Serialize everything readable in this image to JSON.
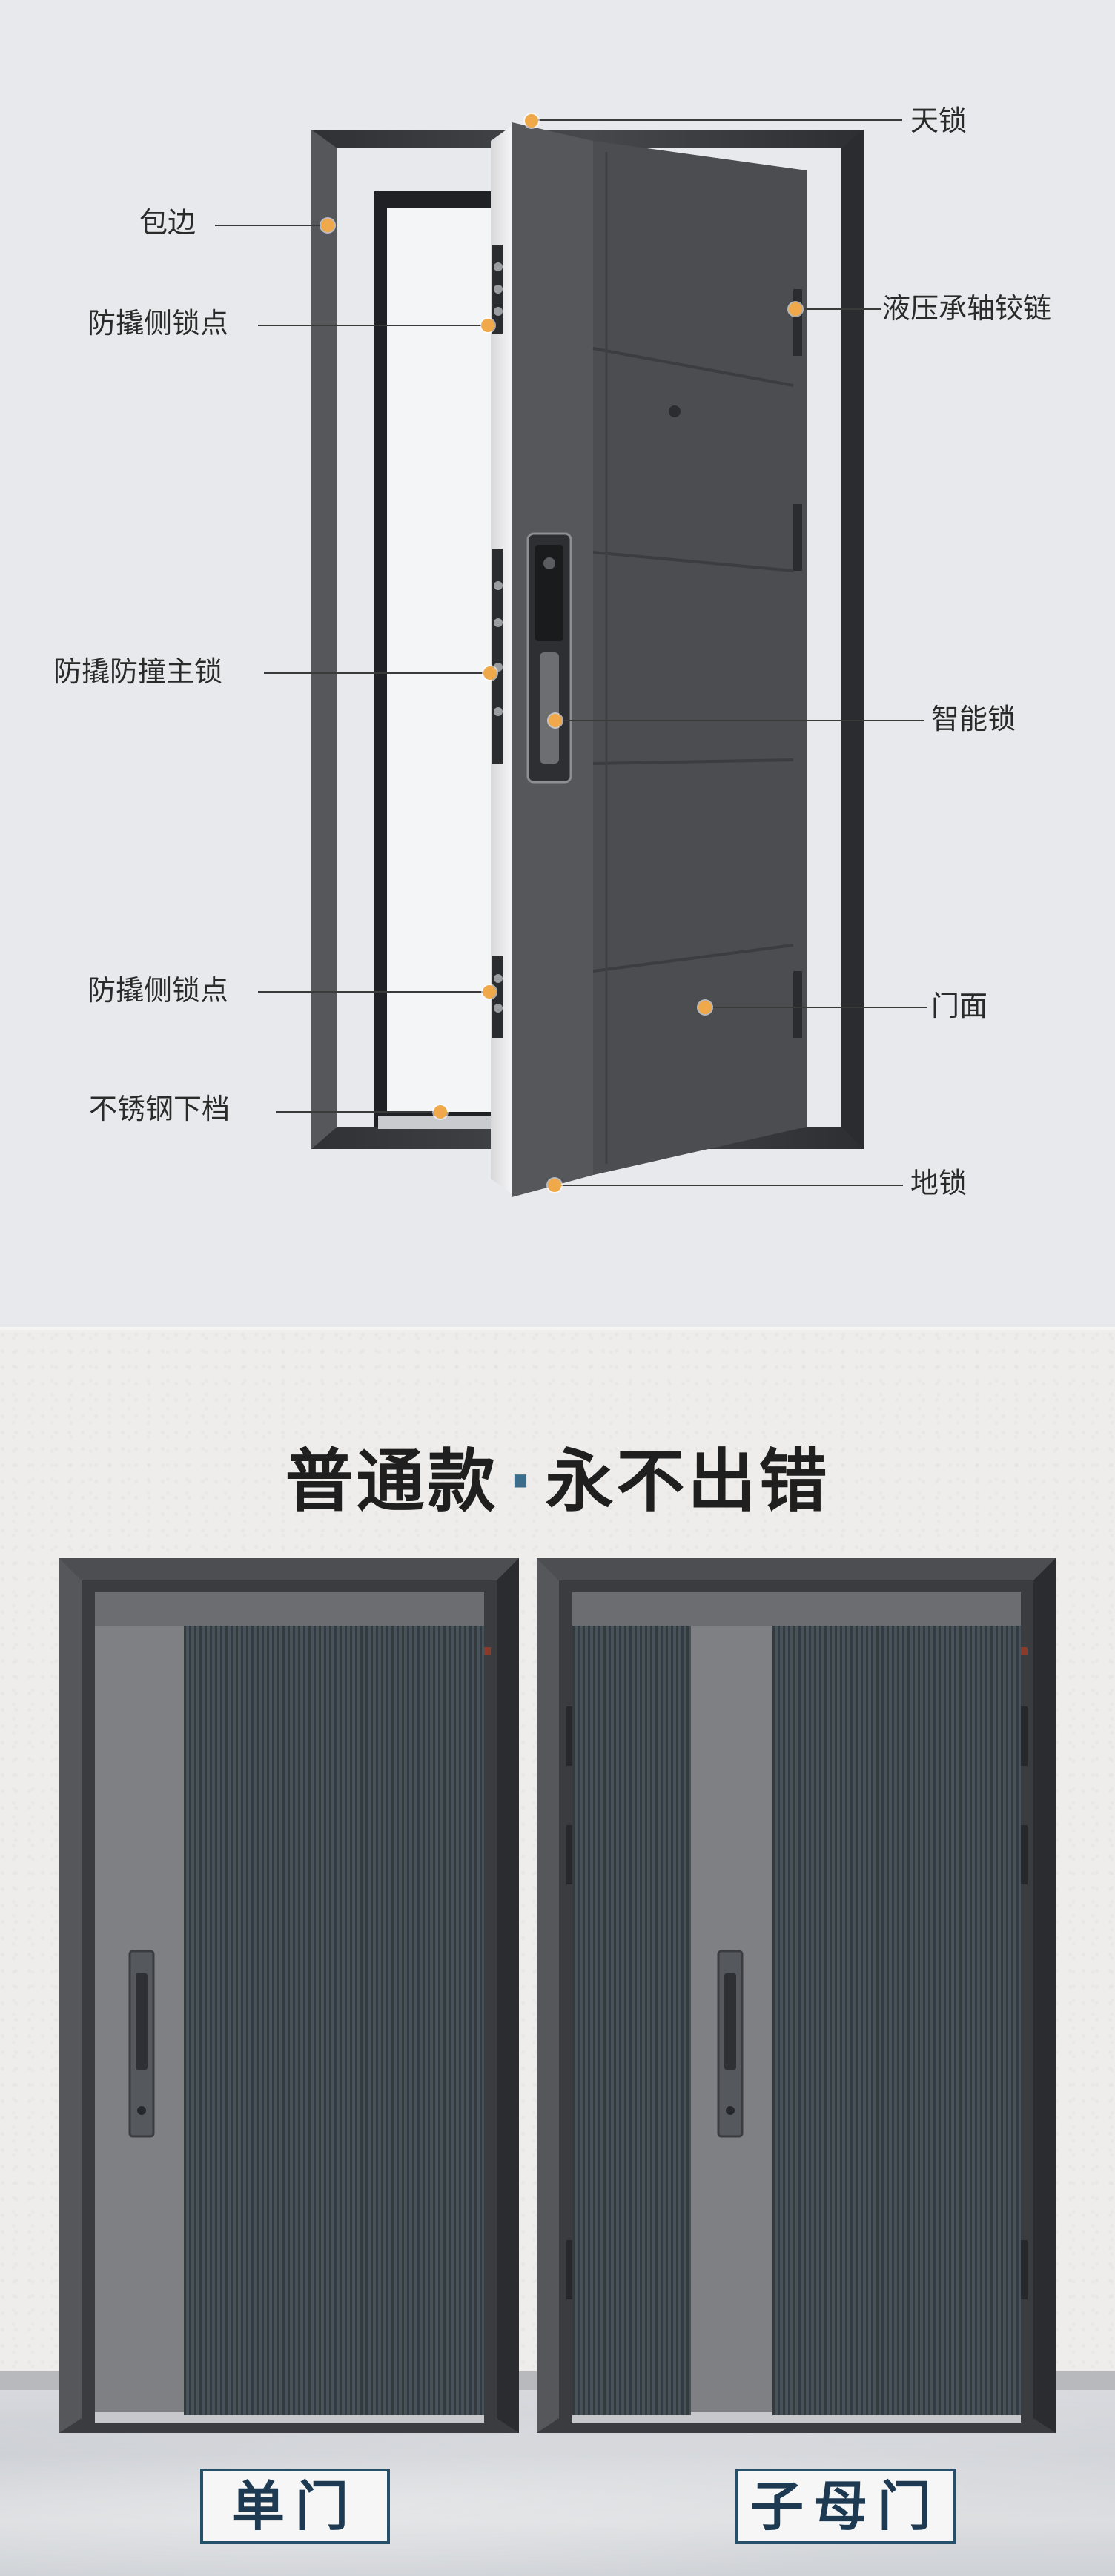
{
  "diagram": {
    "labels": {
      "top_lock": "天锁",
      "wrap_edge": "包边",
      "side_lock_upper": "防撬侧锁点",
      "hinge": "液压承轴铰链",
      "main_lock": "防撬防撞主锁",
      "smart_lock": "智能锁",
      "side_lock_lower": "防撬侧锁点",
      "door_face": "门面",
      "threshold": "不锈钢下档",
      "floor_lock": "地锁"
    },
    "colors": {
      "dot": "#f0a94a",
      "frame": "#3b3d41",
      "panel": "#4a4c50"
    }
  },
  "showcase": {
    "headline_left": "普通款",
    "headline_sep": "·",
    "headline_right": "永不出错",
    "captions": {
      "single": "单门",
      "double": "子母门"
    },
    "colors": {
      "caption_border": "#26506a",
      "door_stripe": "#3c4549",
      "door_grey": "#7e8084"
    }
  }
}
